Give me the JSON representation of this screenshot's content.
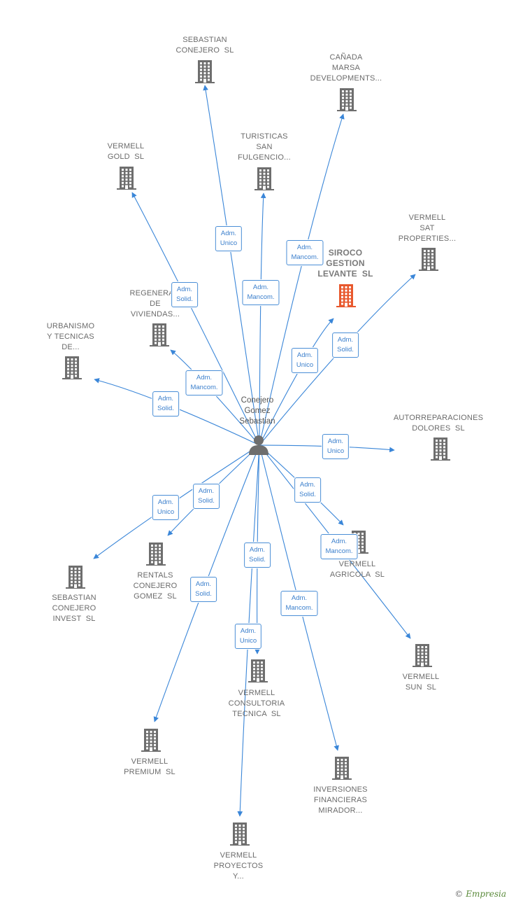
{
  "colors": {
    "edge": "#3a86d8",
    "building": "#6e6e6e",
    "focus": "#e8582d",
    "person": "#6e6e6e"
  },
  "person": {
    "label": "Conejero\nGomez\nSebastian",
    "icon": "person-icon"
  },
  "companies": [
    {
      "id": "sebastian-conejero",
      "label": "SEBASTIAN\nCONEJERO  SL"
    },
    {
      "id": "canada-marsa",
      "label": "CAÑADA\nMARSA\nDEVELOPMENTS..."
    },
    {
      "id": "vermell-gold",
      "label": "VERMELL\nGOLD  SL"
    },
    {
      "id": "turisticas-san-fulgencio",
      "label": "TURISTICAS\nSAN\nFULGENCIO..."
    },
    {
      "id": "vermell-sat-properties",
      "label": "VERMELL\nSAT\nPROPERTIES..."
    },
    {
      "id": "siroco-gestion-levante",
      "label": "SIROCO\nGESTION\nLEVANTE  SL",
      "focus": true
    },
    {
      "id": "regeneracion-viviendas",
      "label": "REGENERA...\nDE\nVIVIENDAS..."
    },
    {
      "id": "urbanismo-tecnicas",
      "label": "URBANISMO\nY TECNICAS\nDE..."
    },
    {
      "id": "autorreparaciones-dolores",
      "label": "AUTORREPARACIONES\nDOLORES  SL"
    },
    {
      "id": "vermell-agricola",
      "label": "VERMELL\nAGRICOLA  SL"
    },
    {
      "id": "rentals-conejero-gomez",
      "label": "RENTALS\nCONEJERO\nGOMEZ  SL"
    },
    {
      "id": "sebastian-conejero-invest",
      "label": "SEBASTIAN\nCONEJERO\nINVEST  SL"
    },
    {
      "id": "vermell-sun",
      "label": "VERMELL\nSUN  SL"
    },
    {
      "id": "vermell-consultoria-tecnica",
      "label": "VERMELL\nCONSULTORIA\nTECNICA  SL"
    },
    {
      "id": "vermell-premium",
      "label": "VERMELL\nPREMIUM  SL"
    },
    {
      "id": "inversiones-financieras-mirador",
      "label": "INVERSIONES\nFINANCIERAS\nMIRADOR..."
    },
    {
      "id": "vermell-proyectos",
      "label": "VERMELL\nPROYECTOS\nY..."
    }
  ],
  "relations": [
    {
      "to": "sebastian-conejero",
      "label": "Adm.\nUnico"
    },
    {
      "to": "canada-marsa",
      "label": "Adm.\nMancom."
    },
    {
      "to": "vermell-gold",
      "label": "Adm.\nSolid."
    },
    {
      "to": "turisticas-san-fulgencio",
      "label": "Adm.\nMancom."
    },
    {
      "to": "vermell-sat-properties",
      "label": "Adm.\nSolid."
    },
    {
      "to": "siroco-gestion-levante",
      "label": "Adm.\nUnico"
    },
    {
      "to": "regeneracion-viviendas",
      "label": "Adm.\nMancom."
    },
    {
      "to": "urbanismo-tecnicas",
      "label": "Adm.\nSolid."
    },
    {
      "to": "autorreparaciones-dolores",
      "label": "Adm.\nUnico"
    },
    {
      "to": "vermell-agricola",
      "label": "Adm.\nSolid."
    },
    {
      "to": "vermell-sun",
      "label": "Adm.\nMancom."
    },
    {
      "to": "rentals-conejero-gomez",
      "label": "Adm.\nSolid."
    },
    {
      "to": "sebastian-conejero-invest",
      "label": "Adm.\nUnico"
    },
    {
      "to": "vermell-consultoria-tecnica",
      "label": "Adm.\nSolid."
    },
    {
      "to": "vermell-premium",
      "label": "Adm.\nSolid."
    },
    {
      "to": "vermell-proyectos",
      "label": "Adm.\nUnico"
    },
    {
      "to": "inversiones-financieras-mirador",
      "label": "Adm.\nMancom."
    }
  ],
  "credit": {
    "symbol": "©",
    "brand": "Empresia"
  }
}
